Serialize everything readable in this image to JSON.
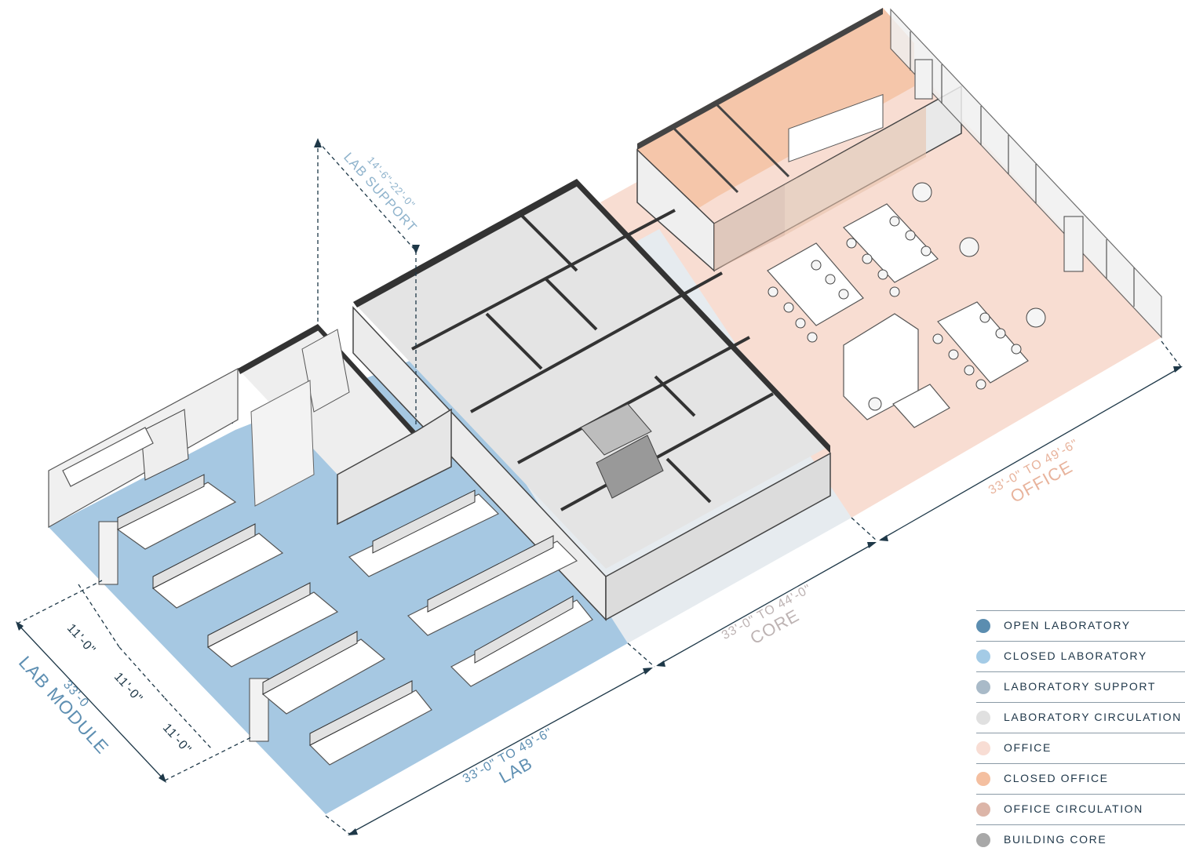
{
  "dimensions": {
    "lab_support": {
      "range": "14'-6\"-22'-0\"",
      "label": "LAB SUPPORT"
    },
    "lab_module": {
      "value": "33'-0",
      "label": "LAB MODULE",
      "sub": [
        "11'-0\"",
        "11'-0\"",
        "11'-0\""
      ]
    },
    "lab": {
      "range": "33'-0\" TO 49'-6\"",
      "label": "LAB"
    },
    "core": {
      "range": "33'-0\" TO 44'-0\"",
      "label": "CORE"
    },
    "office": {
      "range": "33'-0\" TO 49'-6\"",
      "label": "OFFICE"
    }
  },
  "legend": [
    {
      "label": "OPEN LABORATORY",
      "color": "#5b8db0"
    },
    {
      "label": "CLOSED LABORATORY",
      "color": "#a4cbe6"
    },
    {
      "label": "LABORATORY SUPPORT",
      "color": "#a9bac8"
    },
    {
      "label": "LABORATORY CIRCULATION",
      "color": "#e0e0e0"
    },
    {
      "label": "OFFICE",
      "color": "#f8ddd4"
    },
    {
      "label": "CLOSED OFFICE",
      "color": "#f4bfa0"
    },
    {
      "label": "OFFICE CIRCULATION",
      "color": "#dcb5a8"
    },
    {
      "label": "BUILDING CORE",
      "color": "#a8a8a8"
    }
  ],
  "colors": {
    "lab_floor": "#a6c8e2",
    "core_floor": "#e3e8ec",
    "office_floor": "#f8ddd2",
    "closed_office_floor": "#f5c6aa",
    "wall": "#efefef",
    "wall_dark": "#d6d6d6",
    "dim_text_lab": "#5e8fb2",
    "dim_text_core": "#b9b0b0",
    "dim_text_office": "#e8b39c",
    "dim_line": "#1e3848"
  }
}
